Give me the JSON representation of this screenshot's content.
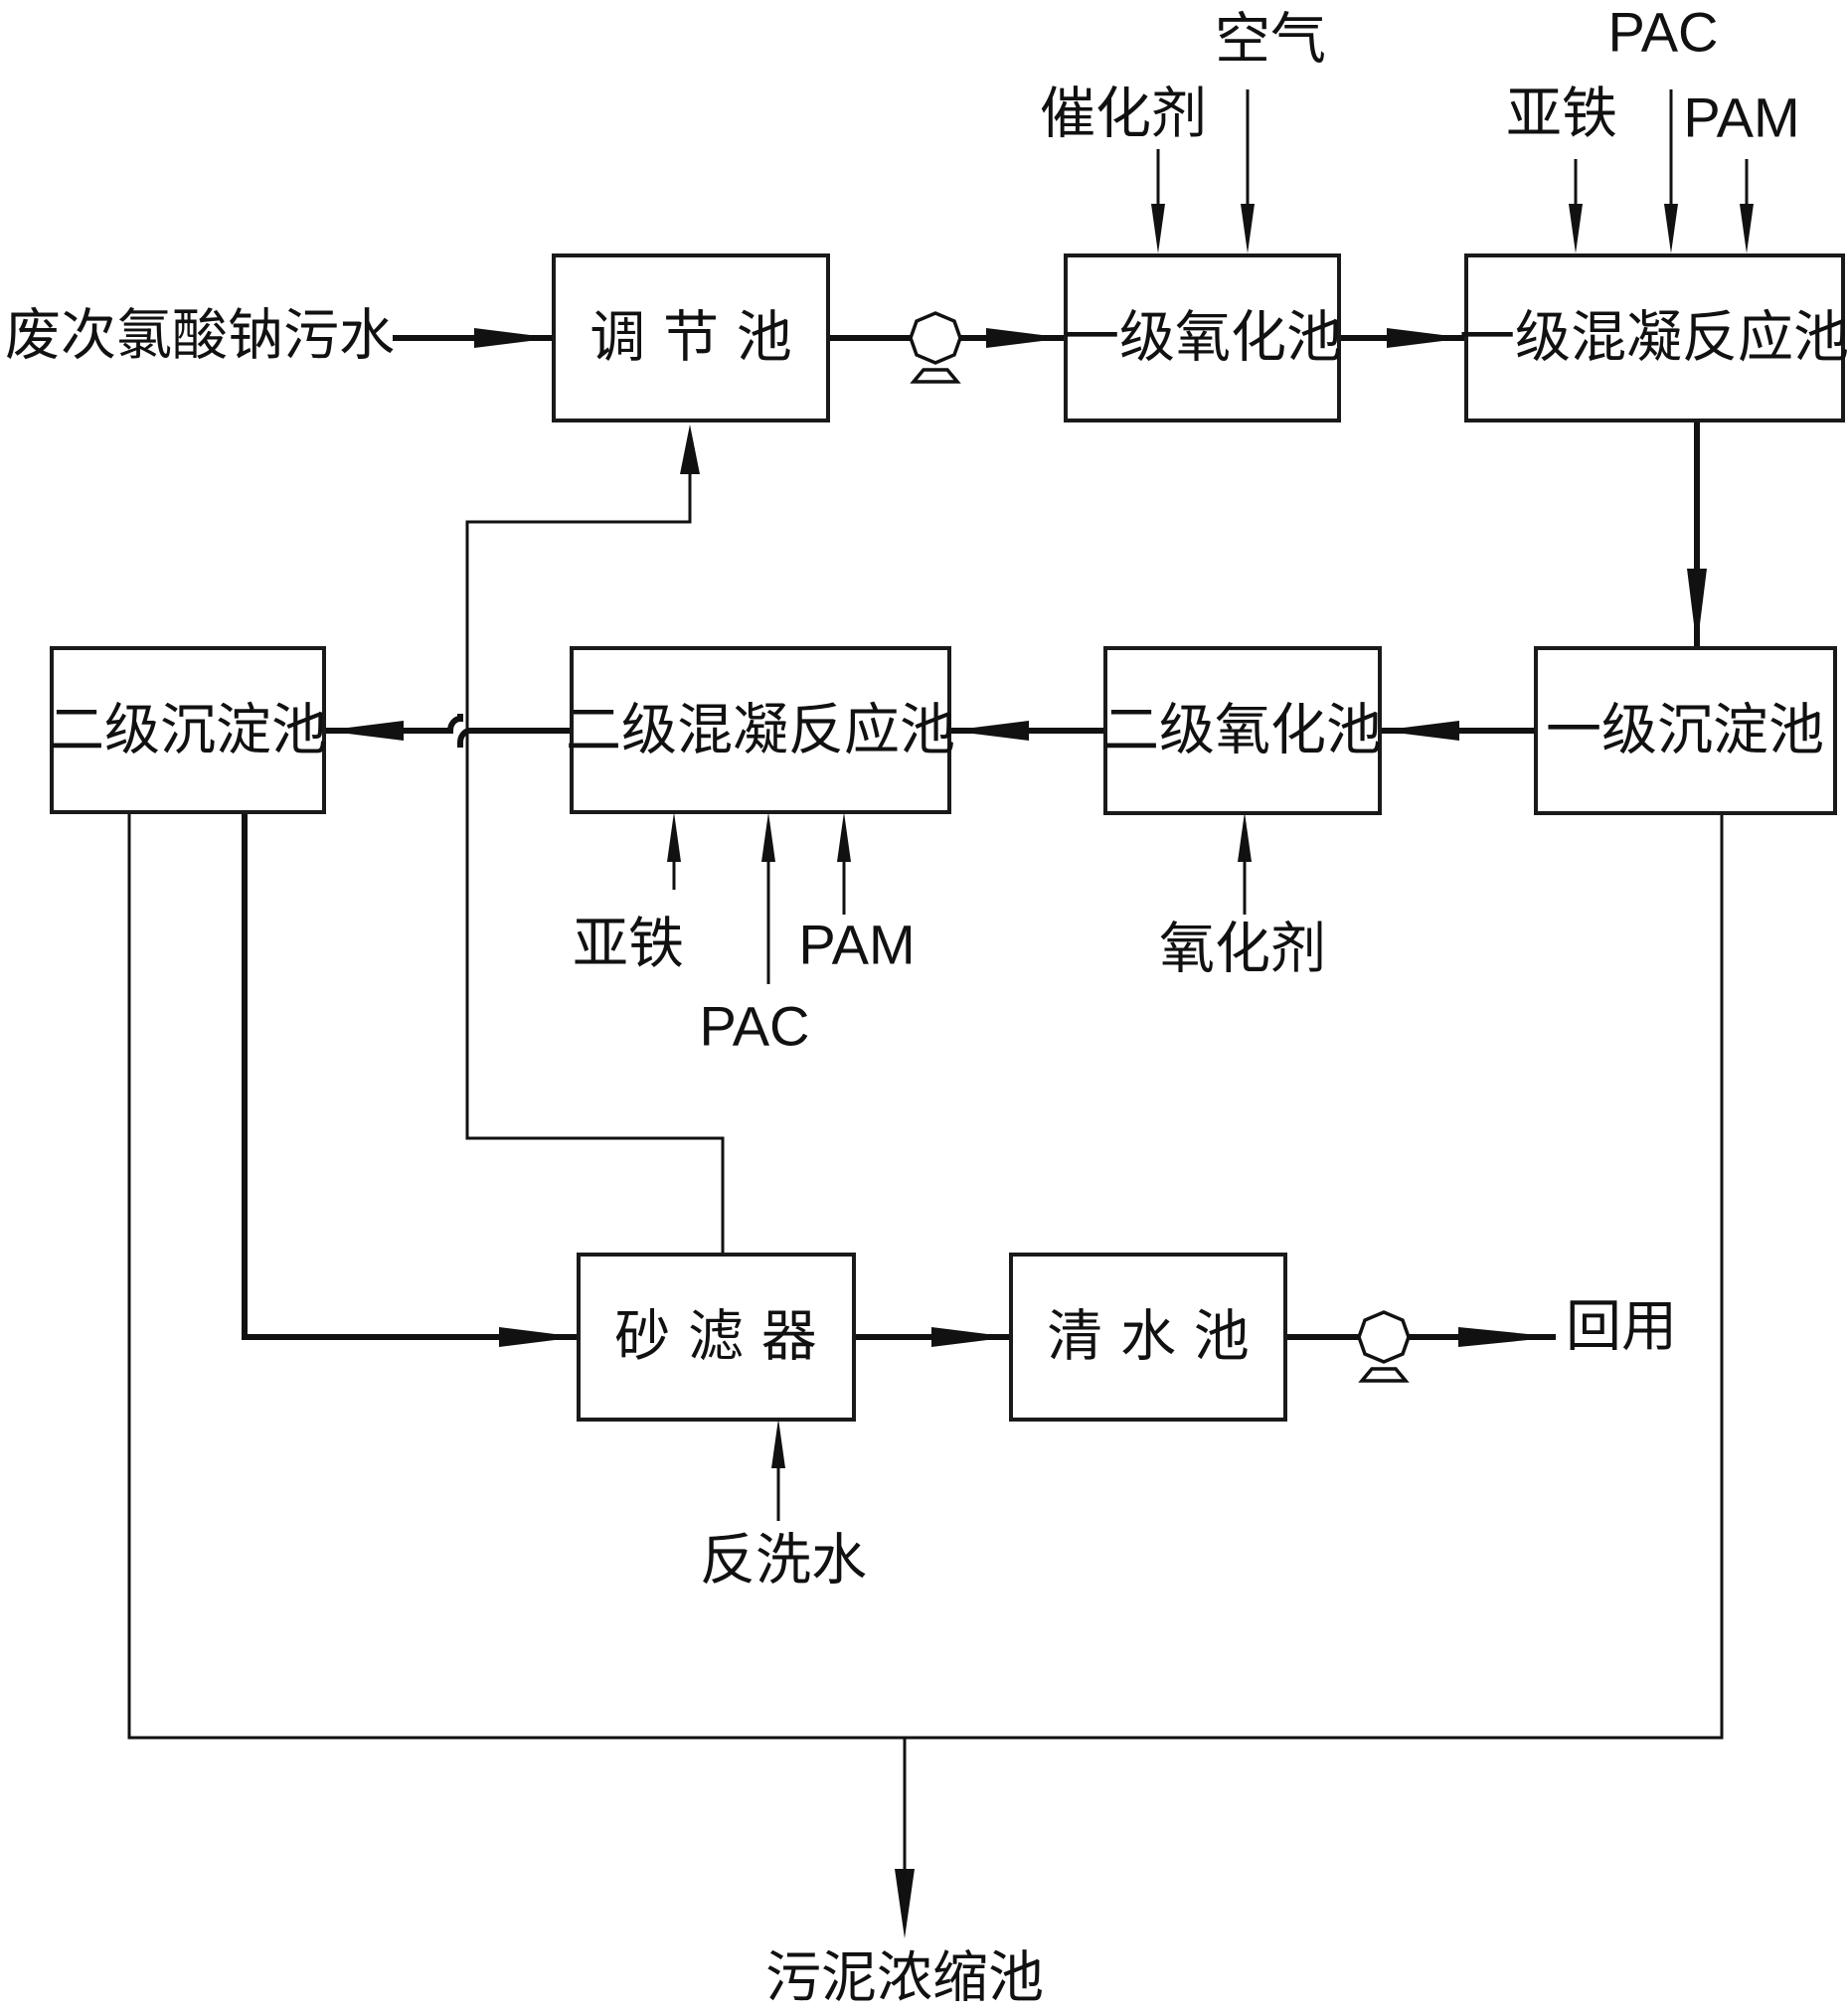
{
  "nodes": {
    "adjust_tank": "调 节 池",
    "oxidation_1": "一级氧化池",
    "coag_1": "一级混凝反应池",
    "settle_1": "一级沉淀池",
    "oxidation_2": "二级氧化池",
    "coag_2": "二级混凝反应池",
    "settle_2": "二级沉淀池",
    "sand_filter": "砂 滤 器",
    "clear_tank": "清 水 池"
  },
  "labels": {
    "influent": "废次氯酸钠污水",
    "catalyst": "催化剂",
    "air": "空气",
    "ferrous_1": "亚铁",
    "pac_1": "PAC",
    "pam_1": "PAM",
    "ferrous_2": "亚铁",
    "pac_2": "PAC",
    "pam_2": "PAM",
    "oxidant": "氧化剂",
    "backwash": "反洗水",
    "reuse": "回用",
    "sludge": "污泥浓缩池"
  }
}
